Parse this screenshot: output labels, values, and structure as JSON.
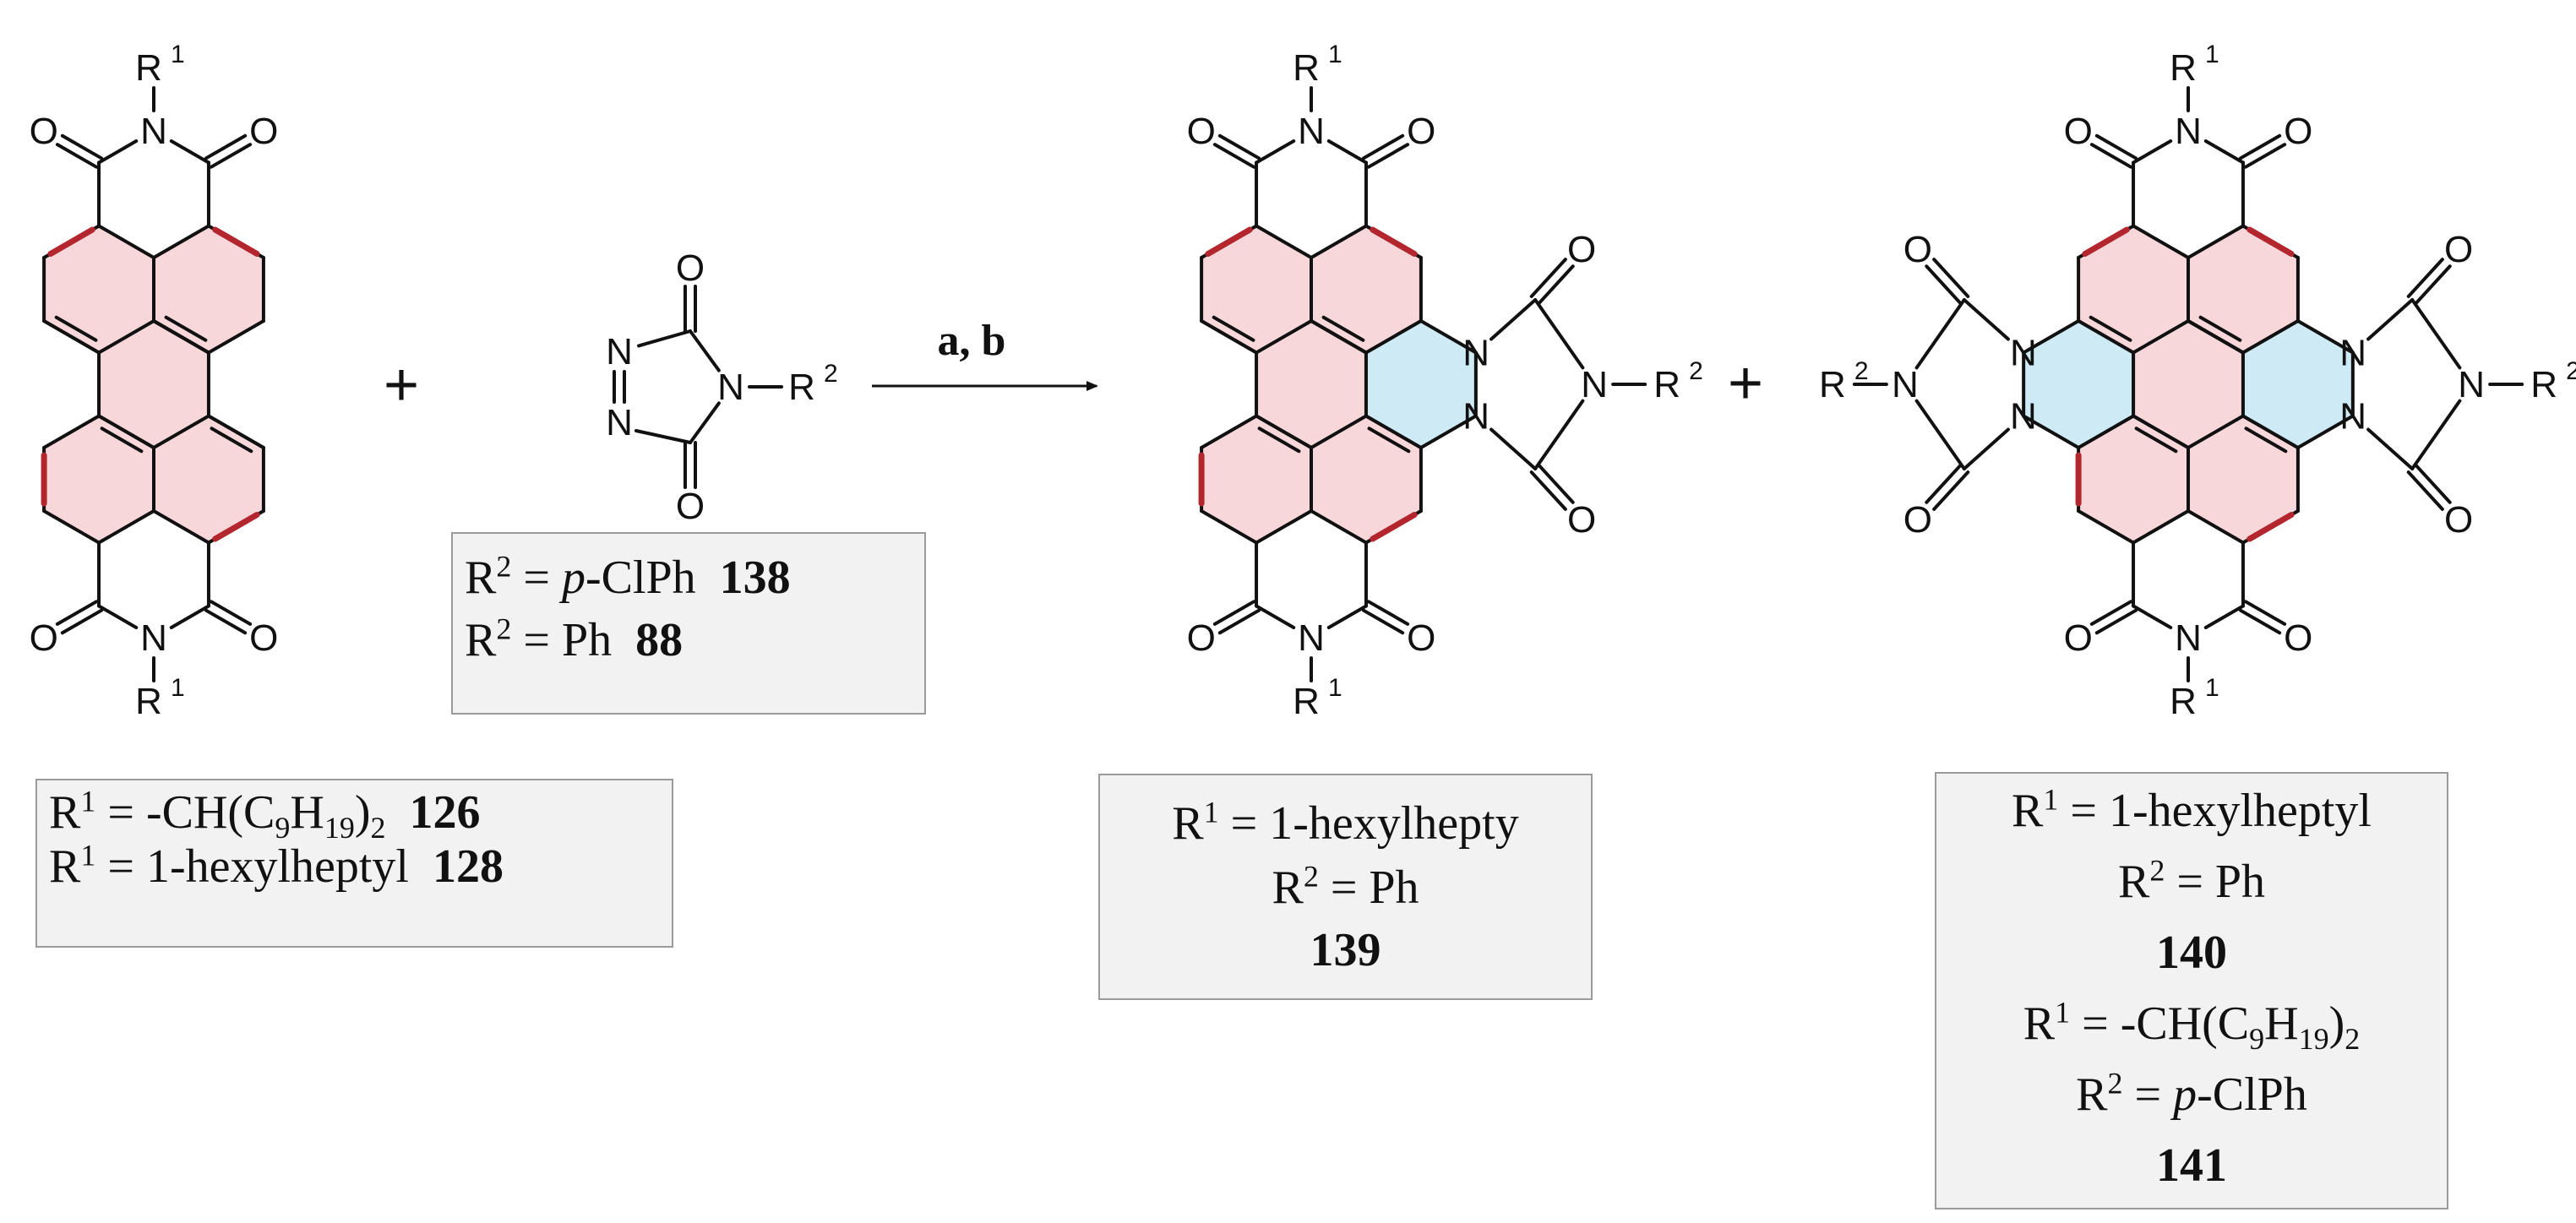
{
  "atoms": {
    "O": "O",
    "N": "N",
    "R": "R"
  },
  "superscripts": {
    "one": "1",
    "two": "2"
  },
  "plus_sign": "+",
  "conditions": "a, b",
  "colors": {
    "perylene_fill": "#f8d7db",
    "triazole_fill": "#cdeaf5",
    "highlight_bond": "#b3262e",
    "bond": "#111111",
    "box_fill": "#f2f2f2",
    "box_border": "#9a9a9a"
  },
  "box_126_128": {
    "l1_pre": "R",
    "l1_sup": "1",
    "l1_mid": " = -CH(C",
    "l1_sub1": "9",
    "l1_h": "H",
    "l1_sub2": "19",
    "l1_close": ")",
    "l1_sub3": "2",
    "l1_num": "126",
    "l2_pre": "R",
    "l2_sup": "1",
    "l2_text": " = 1-hexylheptyl",
    "l2_num": "128"
  },
  "box_138_88": {
    "l1_pre": "R",
    "l1_sup": "2",
    "l1_eq": " = ",
    "l1_p": "p",
    "l1_rest": "-ClPh",
    "l1_num": "138",
    "l2_pre": "R",
    "l2_sup": "2",
    "l2_text": " = Ph",
    "l2_num": "88"
  },
  "box_139": {
    "l1_pre": "R",
    "l1_sup": "1",
    "l1_text": " = 1-hexylhepty",
    "l2_pre": "R",
    "l2_sup": "2",
    "l2_text": " = Ph",
    "num": "139"
  },
  "box_140_141": {
    "a1_pre": "R",
    "a1_sup": "1",
    "a1_text": " = 1-hexylheptyl",
    "a2_pre": "R",
    "a2_sup": "2",
    "a2_text": " = Ph",
    "a_num": "140",
    "b1_pre": "R",
    "b1_sup": "1",
    "b1_mid": " = -CH(C",
    "b1_sub1": "9",
    "b1_h": "H",
    "b1_sub2": "19",
    "b1_close": ")",
    "b1_sub3": "2",
    "b2_pre": "R",
    "b2_sup": "2",
    "b2_eq": " = ",
    "b2_p": "p",
    "b2_rest": "-ClPh",
    "b_num": "141"
  }
}
